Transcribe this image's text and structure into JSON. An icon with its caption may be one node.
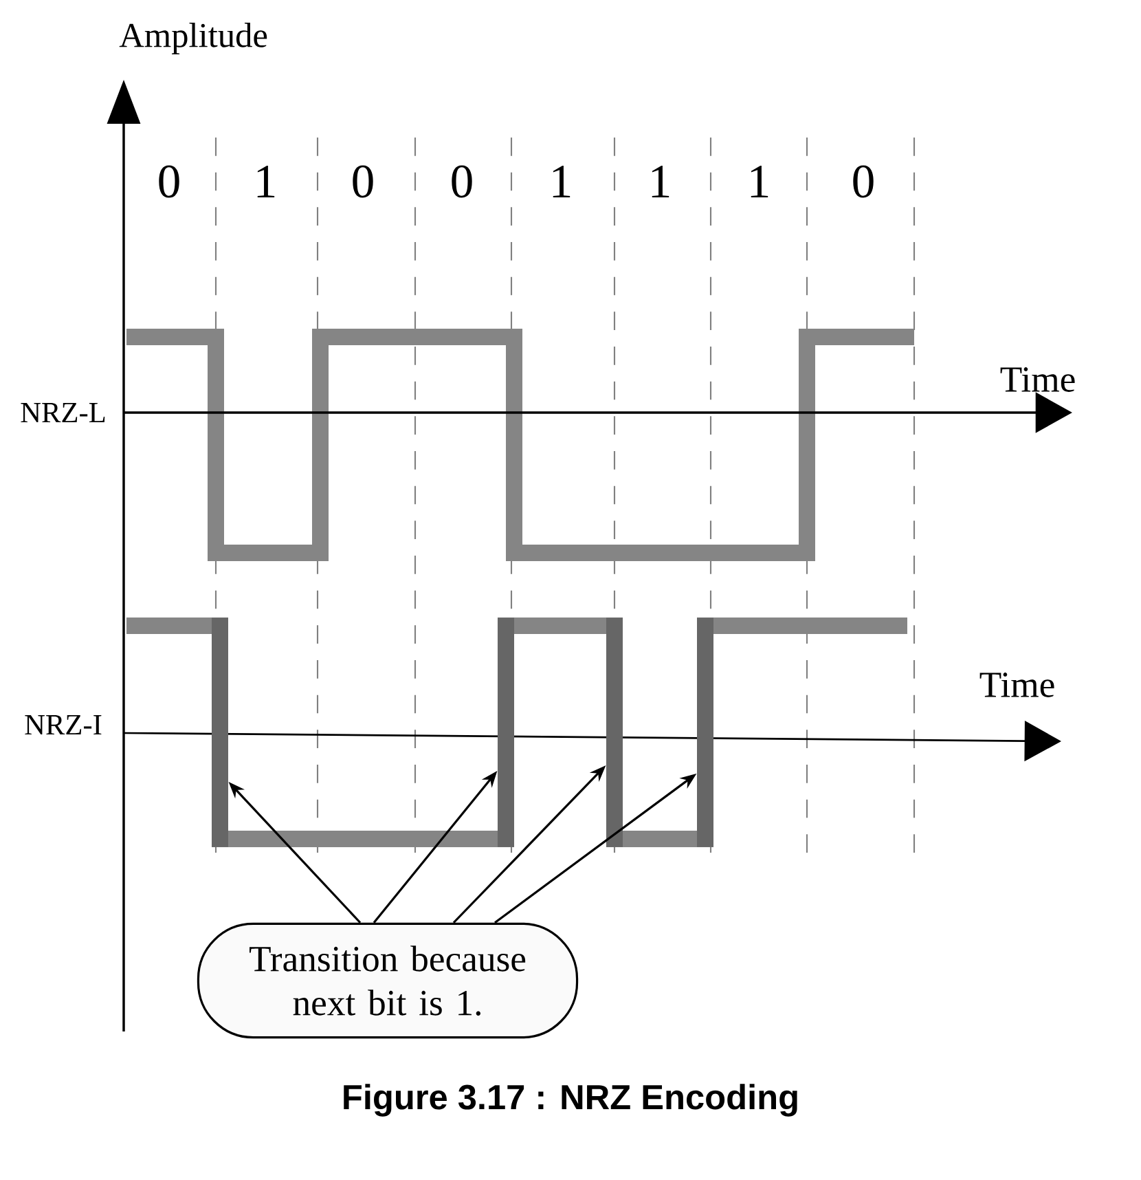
{
  "diagram": {
    "caption": "Figure 3.17 : NRZ Encoding",
    "nodes": [
      {
        "text": [],
        "shape": "bar"
      },
      {
        "text": [],
        "shape": "bar"
      },
      {
        "text": [],
        "shape": "bar"
      },
      {
        "text": [],
        "shape": "bar"
      },
      {
        "text": [
          "Transition because next bit is 1."
        ]
      }
    ],
    "edges": [
      {
        "from": 4,
        "to": 0,
        "arrow": "to"
      },
      {
        "from": 4,
        "to": 1,
        "arrow": "to"
      },
      {
        "from": 4,
        "to": 2,
        "arrow": "to"
      },
      {
        "from": 4,
        "to": 3,
        "arrow": "to"
      }
    ],
    "labels": [
      "Amplitude",
      "0",
      "1",
      "0",
      "0",
      "1",
      "1",
      "1",
      "0",
      "NRZ-L",
      "Time",
      "NRZ-I",
      "Time"
    ]
  }
}
